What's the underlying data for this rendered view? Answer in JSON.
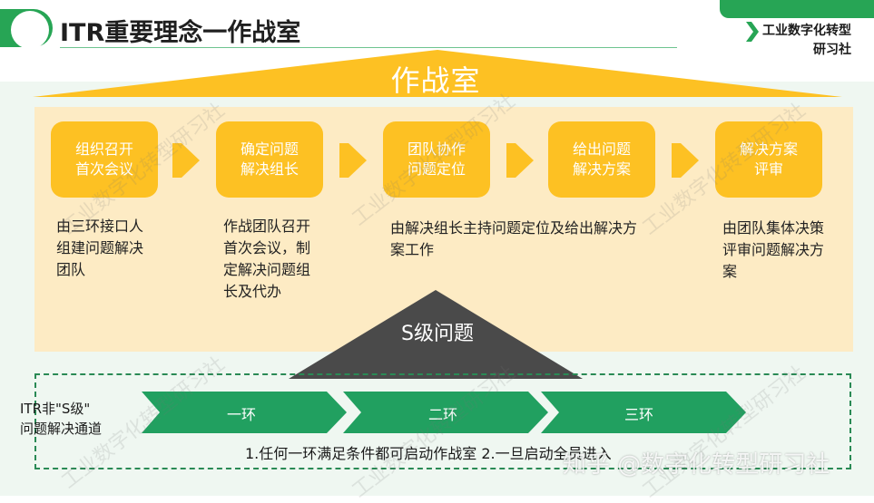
{
  "header": {
    "title": "ITR重要理念一作战室",
    "brand_line1": "工业数字化转型",
    "brand_line2": "研习社"
  },
  "roof": {
    "label": "作战室"
  },
  "steps": [
    {
      "label": "组织召开首次会议"
    },
    {
      "label": "确定问题解决组长"
    },
    {
      "label": "团队协作问题定位"
    },
    {
      "label": "给出问题解决方案"
    },
    {
      "label": "解决方案评审"
    }
  ],
  "descriptions": {
    "d1": "由三环接口人组建问题解决团队",
    "d2": "作战团队召开首次会议，制定解决问题组长及代办",
    "d3": "由解决组长主持问题定位及给出解决方案工作",
    "d4": "由团队集体决策评审问题解决方案"
  },
  "s_level": {
    "label": "S级问题"
  },
  "channel": {
    "label_line1": "ITR非\"S级\"",
    "label_line2": "问题解决通道",
    "rings": [
      "一环",
      "二环",
      "三环"
    ],
    "note": "1.任何一环满足条件都可启动作战室 2.一旦启动全员进入"
  },
  "watermark": {
    "text": "工业数字化转型研习社",
    "bottom": "知乎 @数字化转型研习社"
  },
  "colors": {
    "accent_green": "#27a555",
    "yellow": "#fdc123",
    "panel": "#fdebc4",
    "dark_triangle": "#4a4a4a"
  }
}
